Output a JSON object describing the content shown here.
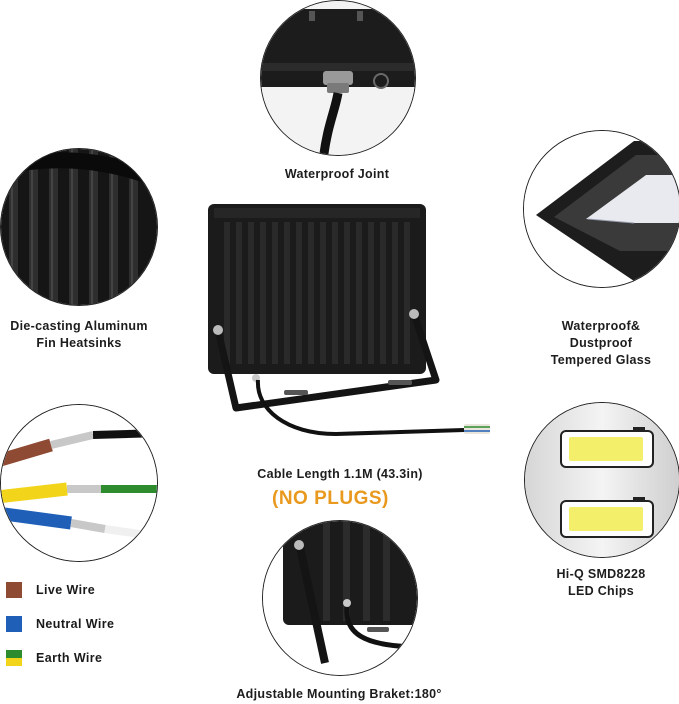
{
  "features": {
    "waterproof_joint": "Waterproof Joint",
    "heatsink_line1": "Die-casting Aluminum",
    "heatsink_line2": "Fin Heatsinks",
    "glass_line1": "Waterproof&",
    "glass_line2": "Dustproof",
    "glass_line3": "Tempered Glass",
    "cable_length": "Cable Length 1.1M (43.3in)",
    "no_plugs": "(NO PLUGS)",
    "chips_line1": "Hi-Q SMD8228",
    "chips_line2": "LED Chips",
    "bracket": "Adjustable Mounting Braket:180°"
  },
  "legend": {
    "items": [
      {
        "label": "Live Wire",
        "color": "#8e4a32"
      },
      {
        "label": "Neutral Wire",
        "color": "#1f5fb8"
      },
      {
        "label": "Earth Wire",
        "color_top": "#2e8b2e",
        "color_bottom": "#f2d41a"
      }
    ]
  },
  "colors": {
    "accent": "#e8991e",
    "housing": "#1b1b1b",
    "led_chip": "#f4ef6a"
  }
}
